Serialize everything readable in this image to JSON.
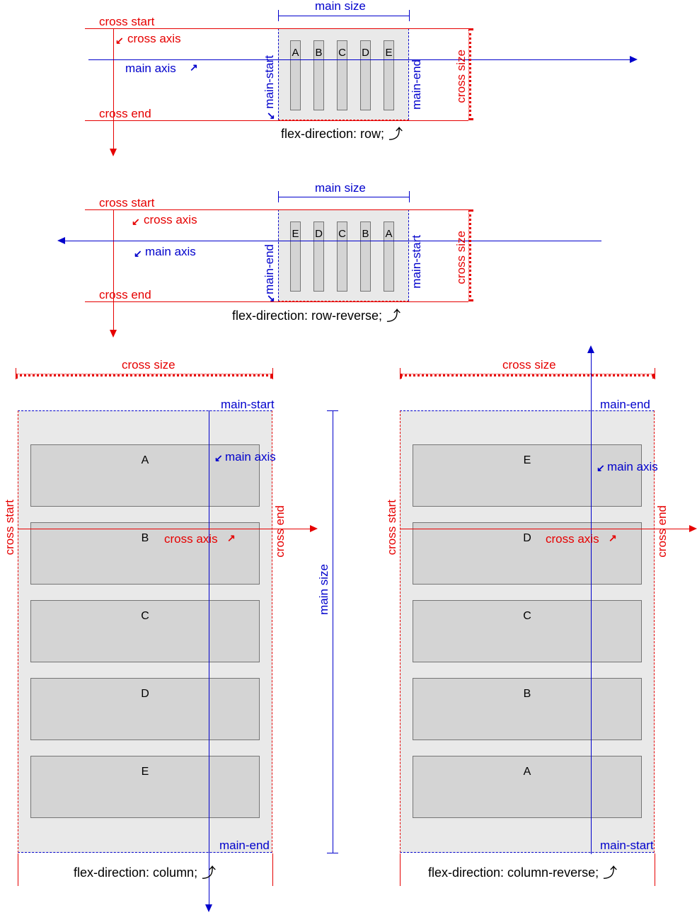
{
  "colors": {
    "red": "#e60000",
    "blue": "#0000cc"
  },
  "labels": {
    "main_size": "main size",
    "cross_size": "cross size",
    "main_axis": "main axis",
    "cross_axis": "cross axis",
    "main_start": "main-start",
    "main_end": "main-end",
    "cross_start": "cross start",
    "cross_end": "cross end"
  },
  "icons": {
    "rotate_cw_arrow": "⤴",
    "up_right_arrow": "↗",
    "down_left_arrow": "↙",
    "down_right_arrow": "↘"
  },
  "diagrams": {
    "row": {
      "caption": "flex-direction: row;",
      "items": [
        "A",
        "B",
        "C",
        "D",
        "E"
      ]
    },
    "row_reverse": {
      "caption": "flex-direction: row-reverse;",
      "items": [
        "E",
        "D",
        "C",
        "B",
        "A"
      ]
    },
    "column": {
      "caption": "flex-direction: column;",
      "items": [
        "A",
        "B",
        "C",
        "D",
        "E"
      ]
    },
    "column_reverse": {
      "caption": "flex-direction: column-reverse;",
      "items": [
        "E",
        "D",
        "C",
        "B",
        "A"
      ]
    }
  }
}
